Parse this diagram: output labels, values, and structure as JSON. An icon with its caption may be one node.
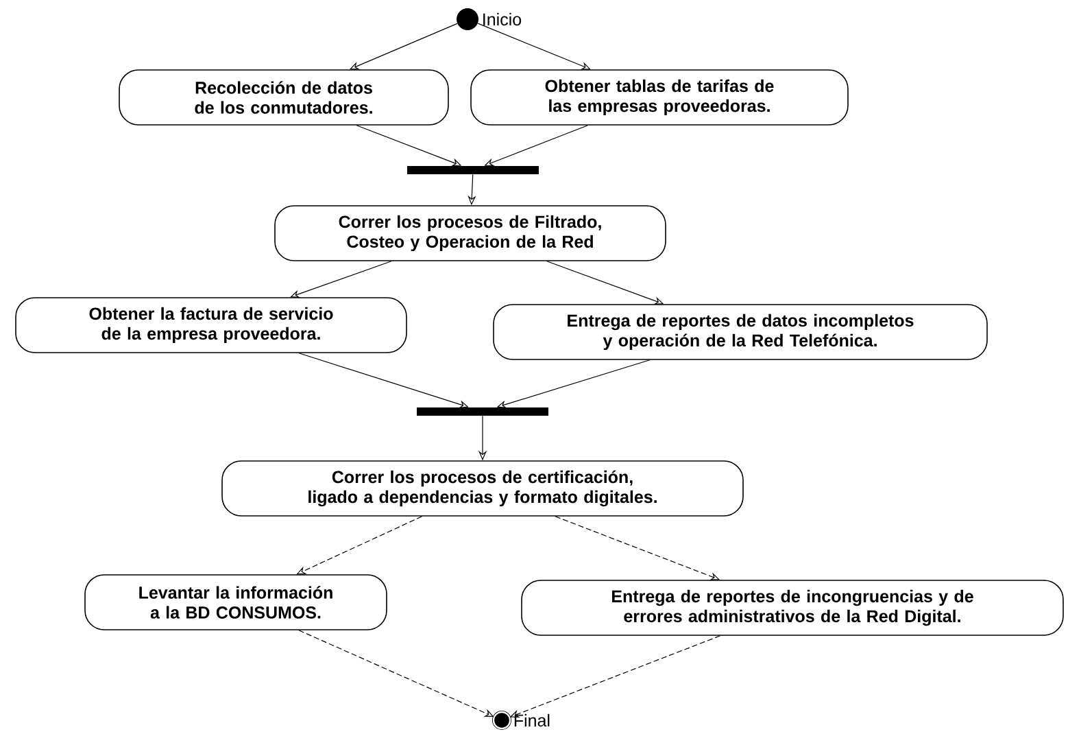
{
  "diagram": {
    "nodes": [
      {
        "text": [],
        "shape": "circle",
        "beside": [
          "Inicio"
        ]
      },
      {
        "text": [
          "Recolección de datos de los conmutadores."
        ]
      },
      {
        "text": [
          "Obtener tablas de tarifas de las empresas proveedoras."
        ]
      },
      {
        "text": [],
        "shape": "bar"
      },
      {
        "text": [
          "Correr los procesos de Filtrado, Costeo y Operacion de la Red"
        ]
      },
      {
        "text": [
          "Obtener la factura de servicio de la empresa proveedora."
        ]
      },
      {
        "text": [
          "Entrega de reportes de datos incompletos y operación de la Red Telefónica."
        ]
      },
      {
        "text": [],
        "shape": "bar"
      },
      {
        "text": [
          "Correr los procesos de certificación, ligado a dependencias y formato digitales."
        ]
      },
      {
        "text": [
          "Levantar la información a la BD CONSUMOS."
        ]
      },
      {
        "text": [
          "Entrega de reportes de incongruencias y de errores administrativos de la Red Digital."
        ]
      },
      {
        "text": [],
        "shape": "circle",
        "beside": [
          "Final"
        ]
      }
    ],
    "edges": [
      {
        "from": 0,
        "to": 1,
        "arrow": "to"
      },
      {
        "from": 0,
        "to": 2,
        "arrow": "to"
      },
      {
        "from": 1,
        "to": 3,
        "arrow": "to"
      },
      {
        "from": 2,
        "to": 3,
        "arrow": "to"
      },
      {
        "from": 3,
        "to": 4,
        "arrow": "to"
      },
      {
        "from": 4,
        "to": 5,
        "arrow": "to"
      },
      {
        "from": 4,
        "to": 6,
        "arrow": "to"
      },
      {
        "from": 5,
        "to": 7,
        "arrow": "to"
      },
      {
        "from": 6,
        "to": 7,
        "arrow": "to"
      },
      {
        "from": 7,
        "to": 8,
        "arrow": "to"
      },
      {
        "from": 8,
        "to": 9,
        "arrow": "to",
        "style": "dashed"
      },
      {
        "from": 8,
        "to": 10,
        "arrow": "to",
        "style": "dashed"
      },
      {
        "from": 9,
        "to": 11,
        "arrow": "to",
        "style": "dashed"
      },
      {
        "from": 10,
        "to": 11,
        "arrow": "to",
        "style": "dashed"
      }
    ]
  }
}
